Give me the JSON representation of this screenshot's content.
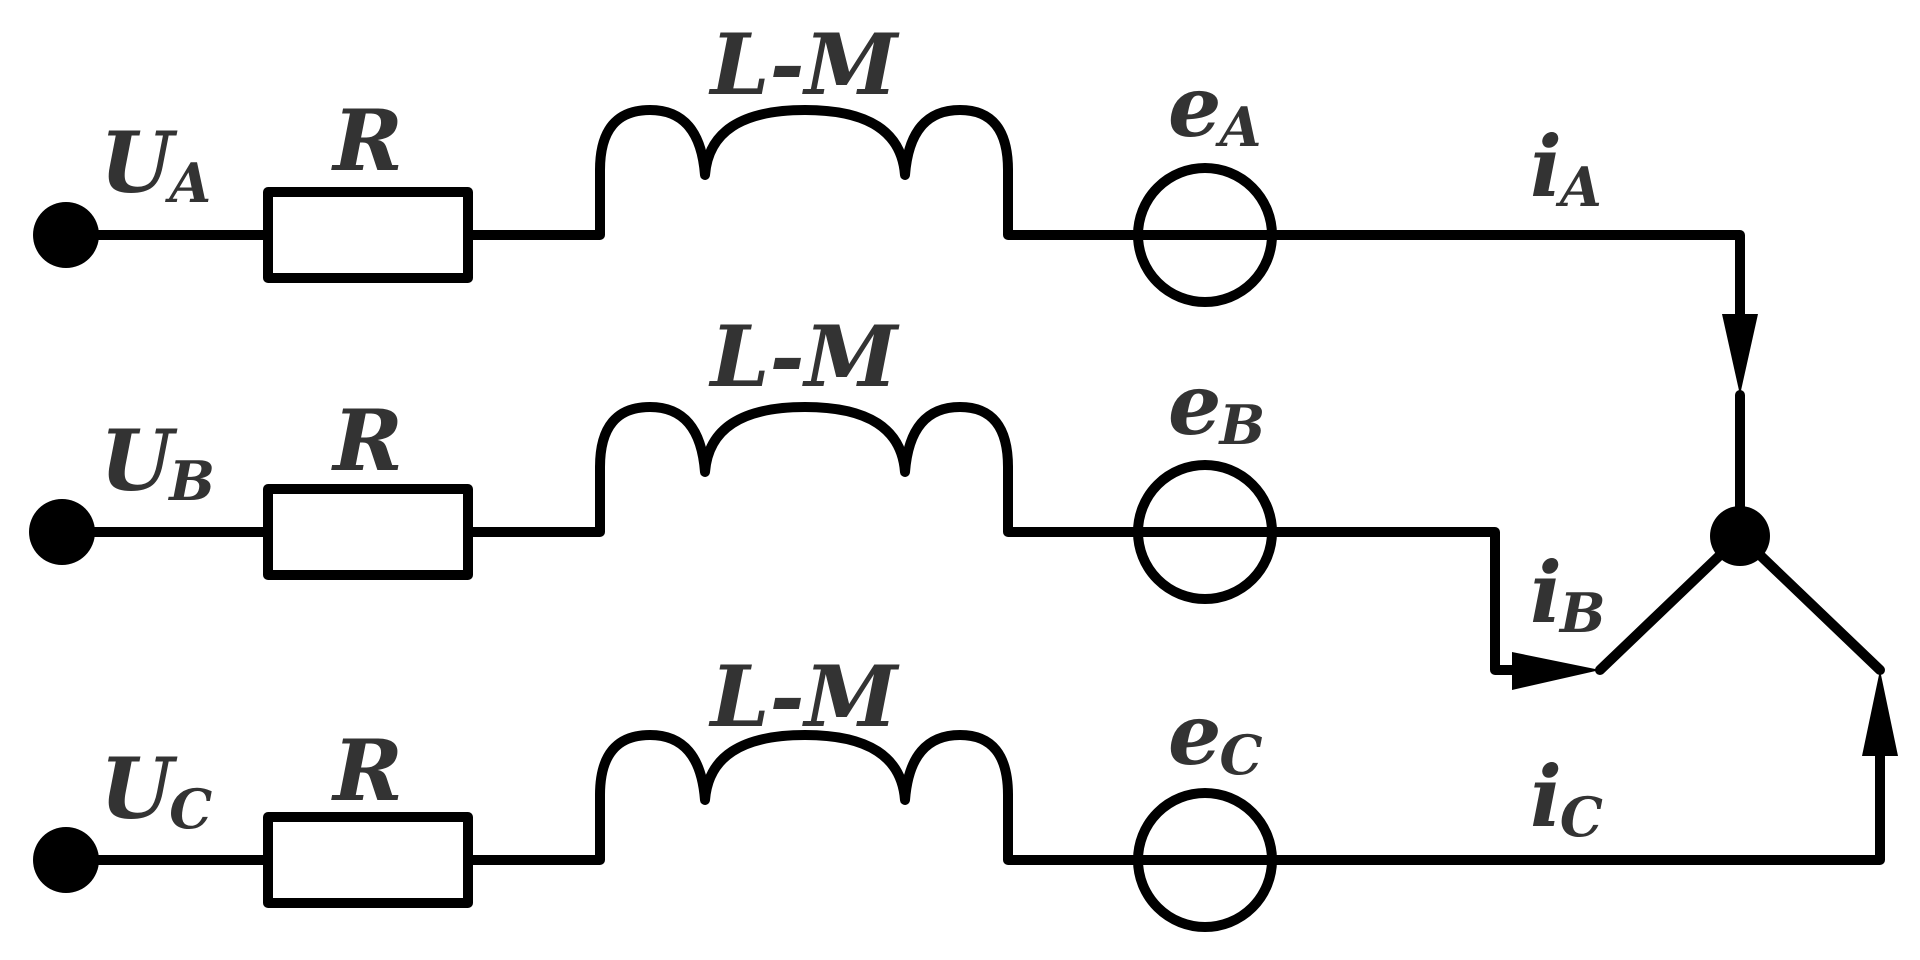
{
  "phases": [
    {
      "id": "a",
      "voltage": {
        "main": "U",
        "sub": "A"
      },
      "resistor": "R",
      "inductor": "L-M",
      "emf": {
        "main": "e",
        "sub": "A"
      },
      "current": {
        "main": "i",
        "sub": "A"
      }
    },
    {
      "id": "b",
      "voltage": {
        "main": "U",
        "sub": "B"
      },
      "resistor": "R",
      "inductor": "L-M",
      "emf": {
        "main": "e",
        "sub": "B"
      },
      "current": {
        "main": "i",
        "sub": "B"
      }
    },
    {
      "id": "c",
      "voltage": {
        "main": "U",
        "sub": "C"
      },
      "resistor": "R",
      "inductor": "L-M",
      "emf": {
        "main": "e",
        "sub": "C"
      },
      "current": {
        "main": "i",
        "sub": "C"
      }
    }
  ]
}
